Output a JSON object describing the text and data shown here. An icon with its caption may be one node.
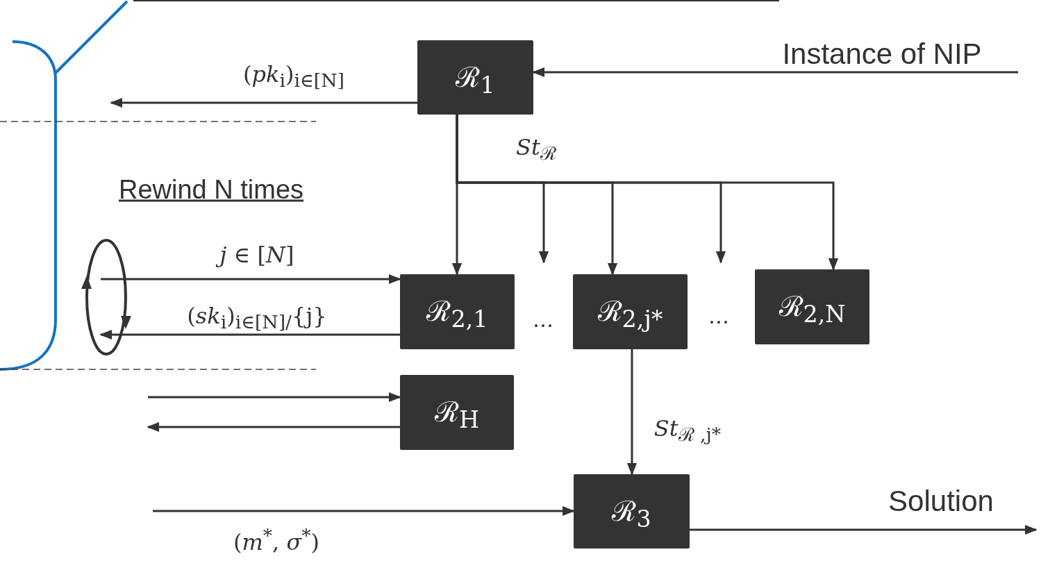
{
  "diagram": {
    "nodes": [
      {
        "text": [
          "ℛ$_{1}$"
        ]
      },
      {
        "text": [
          "ℛ$_{2,1}$"
        ]
      },
      {
        "text": [
          "ℛ$_{2,j*}$"
        ]
      },
      {
        "text": [
          "ℛ$_{2,N}$"
        ]
      },
      {
        "text": [
          "ℛ$_{H}$"
        ]
      },
      {
        "text": [
          "ℛ$_{3}$"
        ]
      }
    ],
    "edges": [
      {
        "from": null,
        "to": 0,
        "arrow": "to",
        "label": "Instance of NIP"
      },
      {
        "from": 0,
        "to": null,
        "arrow": "to",
        "label": "(*pk*$_{i}$)$_{i∈[N]}$"
      },
      {
        "from": 0,
        "to": 1,
        "arrow": "to",
        "label": "*St*$_{ℛ}$"
      },
      {
        "from": 0,
        "to": 2,
        "arrow": "to"
      },
      {
        "from": 0,
        "to": 3,
        "arrow": "to"
      },
      {
        "from": 0,
        "to": null,
        "arrow": "to"
      },
      {
        "from": 0,
        "to": null,
        "arrow": "to"
      },
      {
        "from": null,
        "to": 1,
        "arrow": "to",
        "label": "*j* ∈ [*N*]"
      },
      {
        "from": 1,
        "to": null,
        "arrow": "to",
        "label": "(*sk*$_{i}$)$_{i∈[N]/}${j}"
      },
      {
        "from": null,
        "to": 4,
        "arrow": "to"
      },
      {
        "from": 4,
        "to": null,
        "arrow": "to"
      },
      {
        "from": 2,
        "to": 5,
        "arrow": "to",
        "label": "*St*$_{ℛ ,j*}$"
      },
      {
        "from": null,
        "to": 5,
        "arrow": "to",
        "label": "(*m*$^{*}$, *σ*$^{*}$)"
      },
      {
        "from": 5,
        "to": null,
        "arrow": "to",
        "label": "Solution"
      }
    ],
    "labels": [
      "Rewind N times",
      "…",
      "…"
    ]
  }
}
